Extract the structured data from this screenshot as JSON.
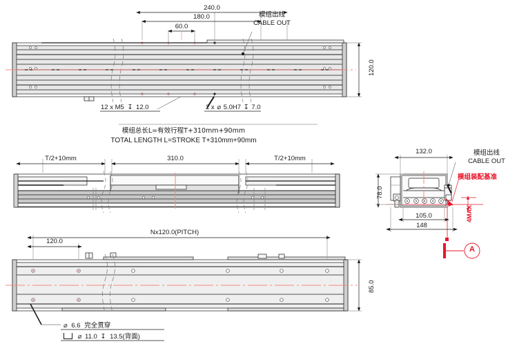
{
  "drawing": {
    "title": "Linear Module Technical Drawing",
    "units": "mm",
    "colors": {
      "line": "#1a1a1a",
      "centerline": "#f4897f",
      "annotation_red": "#e8152a",
      "fill_light": "#d9d9d9",
      "fill_mid": "#bfbfbf"
    }
  },
  "view_top": {
    "dim_240": "240.0",
    "dim_180": "180.0",
    "dim_60": "60.0",
    "dim_height": "120.0",
    "cable_out_cn": "模组出线",
    "cable_out_en": "CABLE OUT",
    "callout_m5": "12 x M5 ⍏ 12.0",
    "callout_m5_count": "12 x M5",
    "callout_m5_depth": "12.0",
    "callout_reamed": "2 x ⌀ 5.0H7 ⍏ 7.0",
    "callout_reamed_count": "2 x",
    "callout_reamed_dia": "5.0H7",
    "callout_reamed_depth": "7.0"
  },
  "view_middle": {
    "note_cn": "模组总长L=有效行程T+310mm+90mm",
    "note_en": "TOTAL LENGTH L=STROKE T+310mm+90mm",
    "dim_left": "T/2+10mm",
    "dim_center": "310.0",
    "dim_right": "T/2+10mm"
  },
  "view_bottom": {
    "dim_pitch": "Nx120.0(PITCH)",
    "dim_120": "120.0",
    "dim_height": "85.0",
    "callout_through": "⌀ 6.6 完全贯穿",
    "callout_through_dia": "6.6",
    "callout_through_note": "完全贯穿",
    "callout_counterbore": "⌀ 11.0 ⍏ 13.5(背面)",
    "callout_counterbore_dia": "11.0",
    "callout_counterbore_depth": "13.5(背面)"
  },
  "view_section": {
    "dim_132": "132.0",
    "dim_78": "78.0",
    "dim_105": "105.0",
    "dim_148": "148",
    "cable_out_cn": "模组出线",
    "cable_out_en": "CABLE OUT",
    "datum_note_cn": "模组装配基准",
    "max_gap": "4MAX",
    "datum_letter": "A"
  }
}
